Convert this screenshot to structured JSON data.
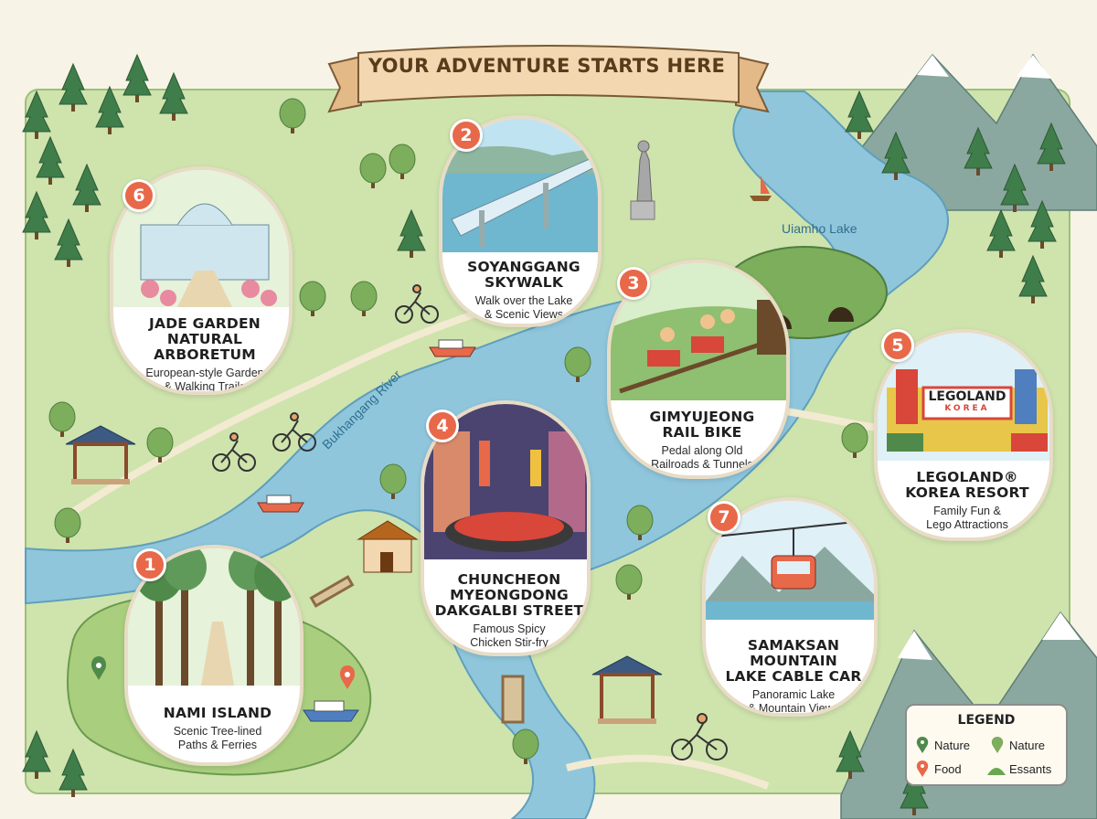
{
  "banner": {
    "title": "YOUR ADVENTURE STARTS HERE"
  },
  "water": {
    "river": "Bukhangang River",
    "lake": "Uiamho Lake"
  },
  "attractions": [
    {
      "num": "1",
      "title": "NAMI ISLAND",
      "desc": "Scenic Tree-lined\nPaths & Ferries"
    },
    {
      "num": "2",
      "title": "SOYANGGANG\nSKYWALK",
      "desc": "Walk over the Lake\n& Scenic Views"
    },
    {
      "num": "3",
      "title": "GIMYUJEONG\nRAIL BIKE",
      "desc": "Pedal along Old\nRailroads & Tunnels"
    },
    {
      "num": "4",
      "title": "CHUNCHEON\nMYEONGDONG\nDAKGALBI STREET",
      "desc": "Famous Spicy\nChicken Stir-fry"
    },
    {
      "num": "5",
      "title": "LEGOLAND®\nKOREA RESORT",
      "desc": "Family Fun &\nLego Attractions"
    },
    {
      "num": "6",
      "title": "JADE GARDEN\nNATURAL ARBORETUM",
      "desc": "European-style Garden\n& Walking Trails"
    },
    {
      "num": "7",
      "title": "SAMAKSAN MOUNTAIN\nLAKE CABLE CAR",
      "desc": "Panoramic Lake\n& Mountain Views"
    }
  ],
  "signs": {
    "legoland": "LEGOLAND",
    "korea": "KOREA"
  },
  "legend": {
    "title": "LEGEND",
    "items": [
      {
        "label": "Nature",
        "icon": "green-pin-icon",
        "color": "#4f8a4b"
      },
      {
        "label": "Nature",
        "icon": "light-green-pin-icon",
        "color": "#7cae5c"
      },
      {
        "label": "Food",
        "icon": "red-pin-icon",
        "color": "#e8684a"
      },
      {
        "label": "Essants",
        "icon": "green-hill-icon",
        "color": "#6aa84f"
      }
    ]
  },
  "colors": {
    "map_land": "#cfe3ad",
    "water": "#8fc6dc",
    "badge": "#e8684a",
    "tree": "#3f7d4a",
    "banner": "#f2d7b0"
  }
}
